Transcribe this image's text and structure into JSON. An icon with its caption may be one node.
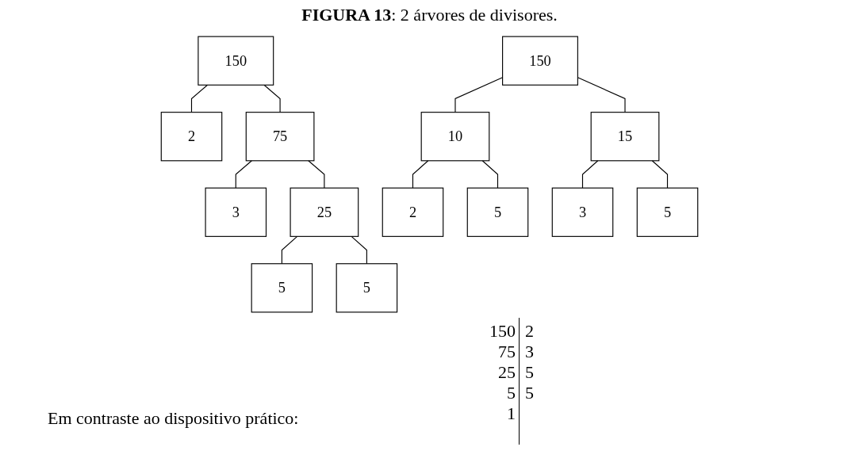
{
  "diagram": {
    "title": "**FIGURA 13**: 2 árvores de divisores.",
    "nodes": [
      {
        "text": [
          "150"
        ]
      },
      {
        "text": [
          "2"
        ]
      },
      {
        "text": [
          "75"
        ]
      },
      {
        "text": [
          "3"
        ]
      },
      {
        "text": [
          "25"
        ]
      },
      {
        "text": [
          "5"
        ]
      },
      {
        "text": [
          "5"
        ]
      },
      {
        "text": [
          "150"
        ]
      },
      {
        "text": [
          "10"
        ]
      },
      {
        "text": [
          "15"
        ]
      },
      {
        "text": [
          "2"
        ]
      },
      {
        "text": [
          "5"
        ]
      },
      {
        "text": [
          "3"
        ]
      },
      {
        "text": [
          "5"
        ]
      }
    ],
    "edges": [
      {
        "from": 0,
        "to": 1,
        "arrow": "none"
      },
      {
        "from": 0,
        "to": 2,
        "arrow": "none"
      },
      {
        "from": 2,
        "to": 3,
        "arrow": "none"
      },
      {
        "from": 2,
        "to": 4,
        "arrow": "none"
      },
      {
        "from": 4,
        "to": 5,
        "arrow": "none"
      },
      {
        "from": 4,
        "to": 6,
        "arrow": "none"
      },
      {
        "from": 7,
        "to": 8,
        "arrow": "none"
      },
      {
        "from": 7,
        "to": 9,
        "arrow": "none"
      },
      {
        "from": 8,
        "to": 10,
        "arrow": "none"
      },
      {
        "from": 8,
        "to": 11,
        "arrow": "none"
      },
      {
        "from": 9,
        "to": 12,
        "arrow": "none"
      },
      {
        "from": 9,
        "to": 13,
        "arrow": "none"
      }
    ],
    "labels": [
      "Em contraste ao dispositivo prático:",
      "150",
      "2",
      "75",
      "3",
      "25",
      "5",
      "5",
      "5",
      "1"
    ]
  }
}
